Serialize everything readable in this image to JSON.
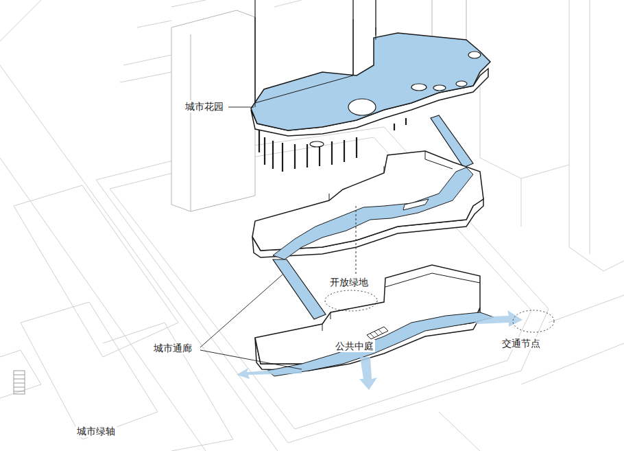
{
  "diagram": {
    "labels": [
      "城市花园",
      "开放绿地",
      "城市通廊",
      "公共中庭",
      "交通节点",
      "城市绿轴"
    ]
  }
}
